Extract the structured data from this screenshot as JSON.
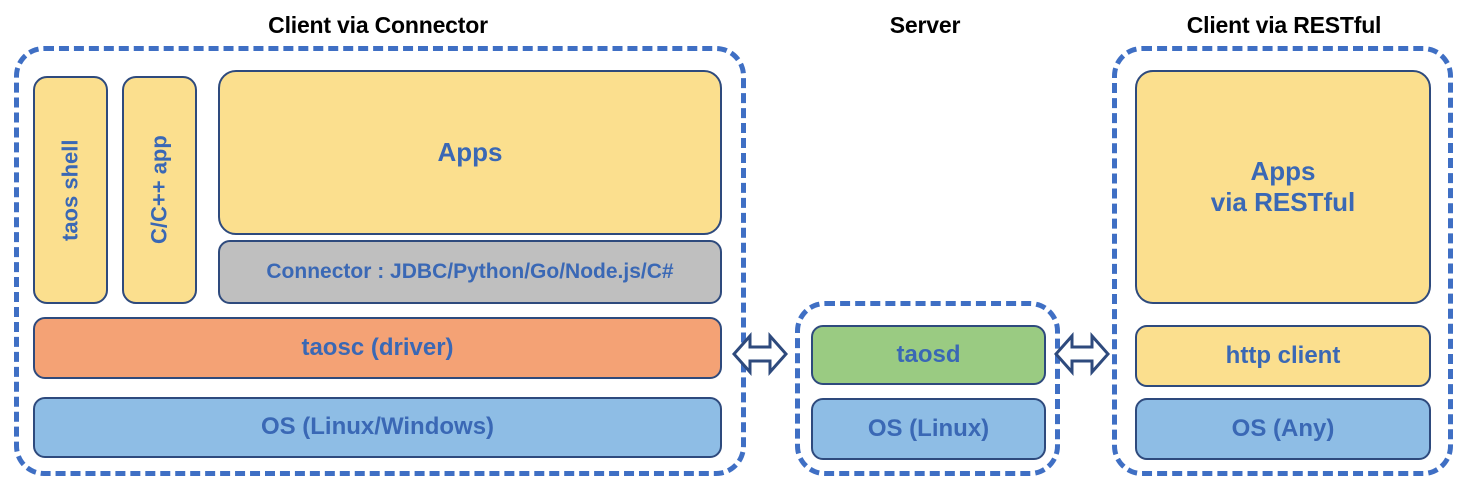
{
  "diagram": {
    "title_connector": "Client via Connector",
    "title_server": "Server",
    "title_restful": "Client via RESTful",
    "colors": {
      "panel_dashed": "#3F6FC4",
      "box_border": "#2E4A7D",
      "text_blue": "#3A68B5",
      "title_black": "#000000",
      "yellow": "#FBDF8E",
      "orange": "#F4A275",
      "blue": "#8EBDE5",
      "green": "#9ACB82",
      "gray": "#BFBFBF",
      "background": "#FFFFFF"
    }
  },
  "client_connector": {
    "taos_shell": "taos shell",
    "cpp_app": "C/C++ app",
    "apps": "Apps",
    "connector": "Connector : JDBC/Python/Go/Node.js/C#",
    "taosc": "taosc (driver)",
    "os": "OS (Linux/Windows)"
  },
  "server": {
    "taosd": "taosd",
    "os": "OS (Linux)"
  },
  "client_restful": {
    "apps": "Apps\nvia RESTful",
    "http_client": "http client",
    "os": "OS (Any)"
  },
  "arrows": {
    "left_label": "bidirectional-arrow",
    "right_label": "bidirectional-arrow"
  }
}
